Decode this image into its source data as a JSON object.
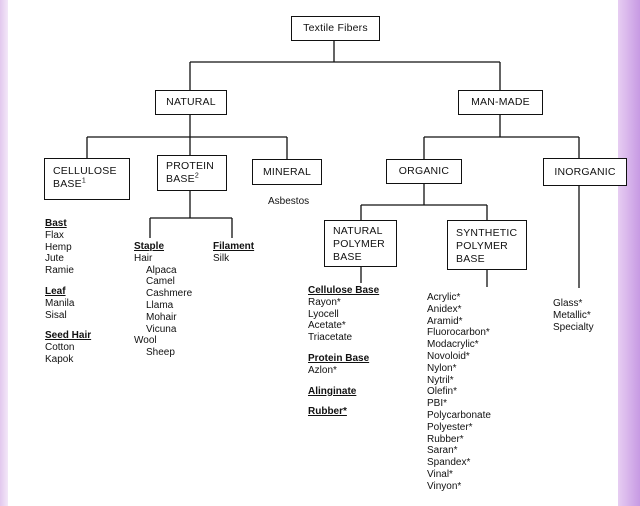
{
  "colors": {
    "frame": "#d9b6ec",
    "line": "#111111"
  },
  "root": "Textile Fibers",
  "natural": {
    "label": "NATURAL",
    "cellulose": {
      "label_line1": "CELLULOSE",
      "label_line2": "BASE",
      "sup": "1",
      "groups": [
        {
          "heading": "Bast",
          "items": [
            "Flax",
            "Hemp",
            "Jute",
            "Ramie"
          ]
        },
        {
          "heading": "Leaf",
          "items": [
            "Manila",
            "Sisal"
          ]
        },
        {
          "heading": "Seed Hair",
          "items": [
            "Cotton",
            "Kapok"
          ]
        }
      ]
    },
    "protein": {
      "label_line1": "PROTEIN",
      "label_line2": "BASE",
      "sup": "2",
      "staple": {
        "heading": "Staple",
        "hair_label": "Hair",
        "hair_items": [
          "Alpaca",
          "Camel",
          "Cashmere",
          "Llama",
          "Mohair",
          "Vicuna"
        ],
        "wool_label": "Wool",
        "wool_items": [
          "Sheep"
        ]
      },
      "filament": {
        "heading": "Filament",
        "items": [
          "Silk"
        ]
      }
    },
    "mineral": {
      "label": "MINERAL",
      "items": [
        "Asbestos"
      ]
    }
  },
  "manmade": {
    "label": "MAN-MADE",
    "organic": {
      "label": "ORGANIC",
      "natural_polymer": {
        "label_lines": [
          "NATURAL",
          "POLYMER",
          "BASE"
        ],
        "groups": [
          {
            "heading": "Cellulose Base",
            "items": [
              "Rayon*",
              "Lyocell",
              "Acetate*",
              "Triacetate"
            ]
          },
          {
            "heading": "Protein Base",
            "items": [
              "Azlon*"
            ]
          },
          {
            "heading": "Alinginate",
            "items": []
          },
          {
            "heading": "Rubber*",
            "items": []
          }
        ]
      },
      "synthetic_polymer": {
        "label_lines": [
          "SYNTHETIC",
          "POLYMER",
          "BASE"
        ],
        "items": [
          "Acrylic*",
          "Anidex*",
          "Aramid*",
          "Fluorocarbon*",
          "Modacrylic*",
          "Novoloid*",
          "Nylon*",
          "Nytril*",
          "Olefin*",
          "PBI*",
          "Polycarbonate",
          "Polyester*",
          "Rubber*",
          "Saran*",
          "Spandex*",
          "Vinal*",
          "Vinyon*"
        ]
      }
    },
    "inorganic": {
      "label": "INORGANIC",
      "items": [
        "Glass*",
        "Metallic*",
        "Specialty"
      ]
    }
  }
}
